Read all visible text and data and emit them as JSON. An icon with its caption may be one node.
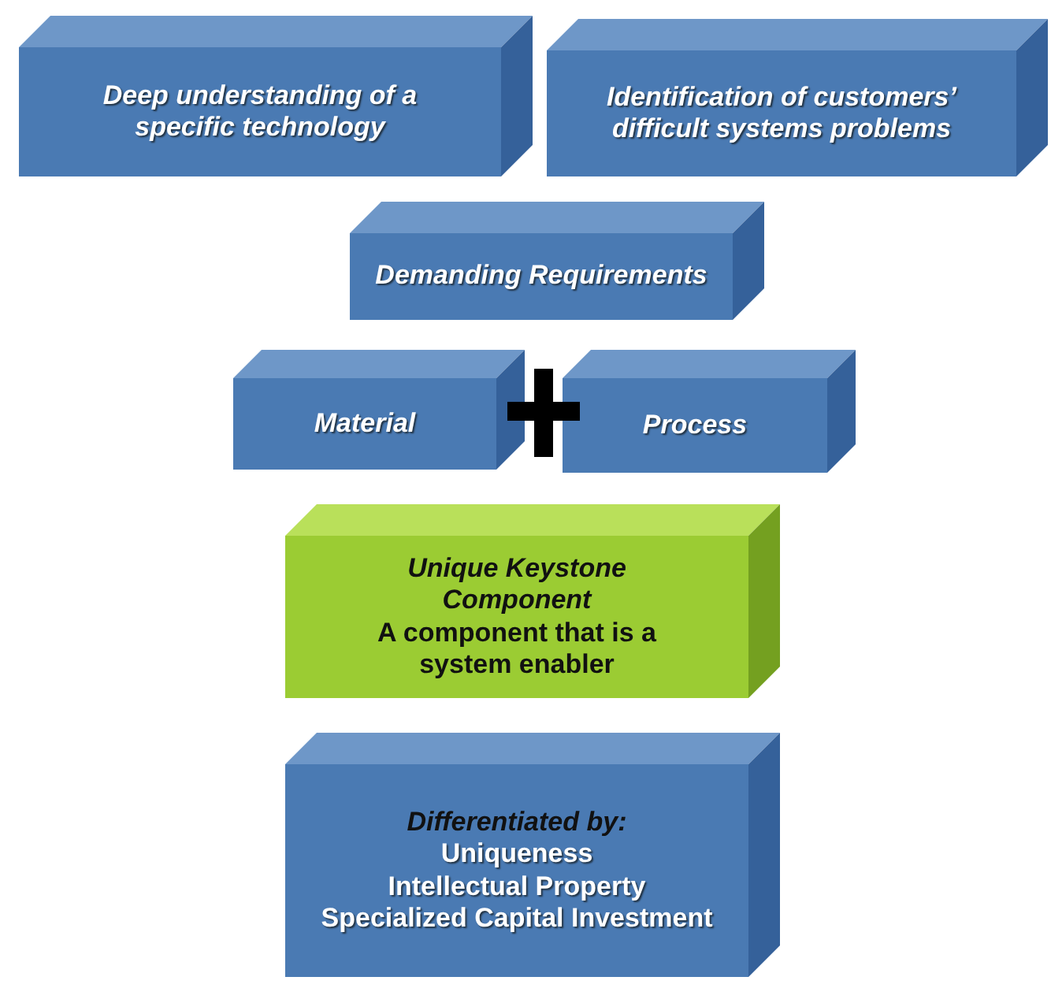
{
  "diagram": {
    "nodes": [
      {
        "text": [
          "Deep understanding of a specific technology"
        ]
      },
      {
        "text": [
          "Identification of customers’ difficult systems problems"
        ]
      },
      {
        "text": [
          "Demanding Requirements"
        ]
      },
      {
        "text": [
          "Material"
        ]
      },
      {
        "text": [
          "Process"
        ]
      },
      {
        "text": [
          "Unique Keystone Component",
          "A component that is a system enabler"
        ]
      },
      {
        "text": [
          "Differentiated by:",
          "Uniqueness",
          "Intellectual Property",
          "Specialized Capital Investment"
        ]
      }
    ]
  }
}
